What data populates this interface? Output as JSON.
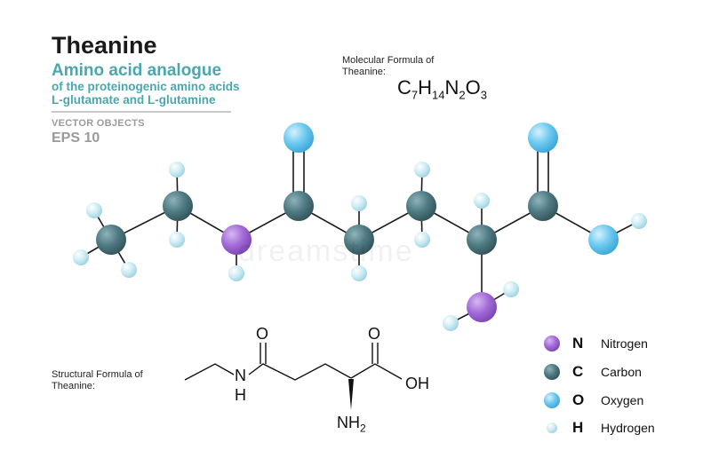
{
  "header": {
    "title": "Theanine",
    "subtitle": "Amino acid analogue",
    "desc_line1": "of the proteinogenic amino acids",
    "desc_line2": "L-glutamate and L-glutamine",
    "vector_label": "VECTOR OBJECTS",
    "eps_label": "EPS 10"
  },
  "molecular_formula": {
    "caption_line1": "Molecular Formula of",
    "caption_line2": "Theanine:",
    "C": "C",
    "C_count": "7",
    "H": "H",
    "H_count": "14",
    "N": "N",
    "N_count": "2",
    "O": "O",
    "O_count": "3"
  },
  "structural_formula": {
    "caption_line1": "Structural  Formula of",
    "caption_line2": "Theanine:",
    "o_left": "O",
    "o_right": "O",
    "oh": "OH",
    "nh_n": "N",
    "nh_h": "H",
    "nh2": "NH",
    "nh2_sub": "2"
  },
  "legend": {
    "nitrogen_letter": "N",
    "nitrogen_name": "Nitrogen",
    "carbon_letter": "C",
    "carbon_name": "Carbon",
    "oxygen_letter": "O",
    "oxygen_name": "Oxygen",
    "hydrogen_letter": "H",
    "hydrogen_name": "Hydrogen"
  },
  "colors": {
    "nitrogen": "#a26ad8",
    "carbon": "#4f7a83",
    "oxygen": "#6cc9ef",
    "hydrogen": "#bfe6ef",
    "accent_text": "#4aa7ae"
  },
  "watermark": "dreamstime"
}
